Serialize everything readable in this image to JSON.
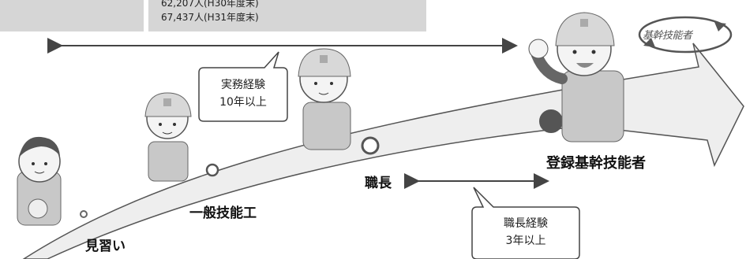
{
  "header": {
    "stat_line_1": "62,207人(H30年度末)",
    "stat_line_2": "67,437人(H31年度末)"
  },
  "stages": {
    "apprentice": "見習い",
    "general_worker": "一般技能工",
    "foreman": "職長",
    "registered_core_worker": "登録基幹技能者"
  },
  "callouts": {
    "work_experience_line1": "実務経験",
    "work_experience_line2": "10年以上",
    "foreman_experience_line1": "職長経験",
    "foreman_experience_line2": "3年以上"
  },
  "badge": {
    "label": "基幹技能者"
  },
  "colors": {
    "arrow_fill": "#eeeeee",
    "arrow_stroke": "#555555",
    "dot_dark": "#555555",
    "callout_border": "#444444"
  }
}
